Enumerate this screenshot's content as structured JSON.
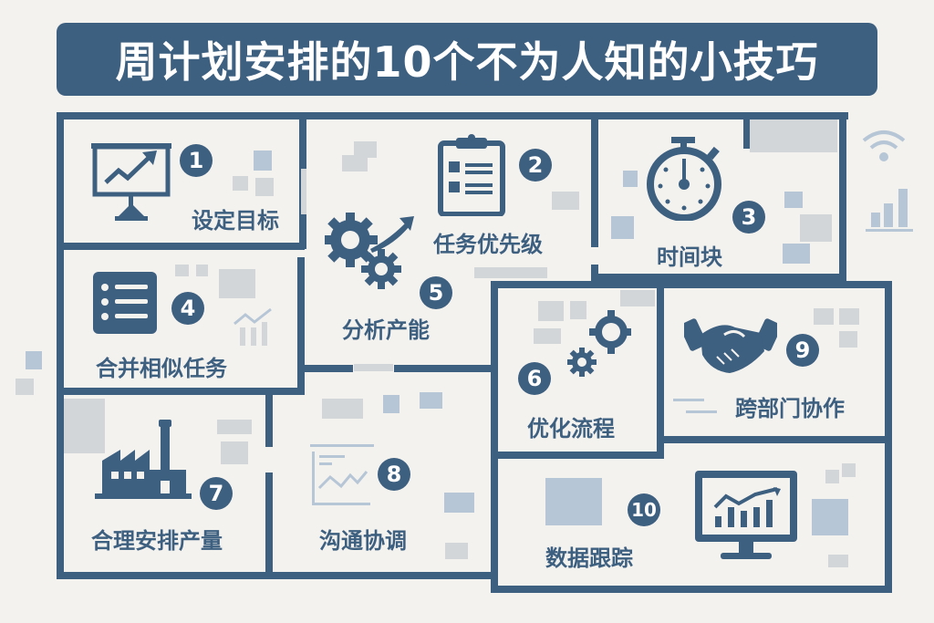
{
  "title": "周计划安排的10个不为人知的小技巧",
  "colors": {
    "primary": "#3d5f80",
    "background": "#f4f2ee",
    "decor_gray": "#d3d6d9",
    "decor_blue": "#b6c6d6"
  },
  "tips": [
    {
      "number": "1",
      "label": "设定目标",
      "icon": "presentation-chart-icon"
    },
    {
      "number": "2",
      "label": "任务优先级",
      "icon": "clipboard-checklist-icon"
    },
    {
      "number": "3",
      "label": "时间块",
      "icon": "stopwatch-icon"
    },
    {
      "number": "4",
      "label": "合并相似任务",
      "icon": "list-icon"
    },
    {
      "number": "5",
      "label": "分析产能",
      "icon": "gears-arrow-icon"
    },
    {
      "number": "6",
      "label": "优化流程",
      "icon": "gears-icon"
    },
    {
      "number": "7",
      "label": "合理安排产量",
      "icon": "factory-icon"
    },
    {
      "number": "8",
      "label": "沟通协调",
      "icon": "line-chart-icon"
    },
    {
      "number": "9",
      "label": "跨部门协作",
      "icon": "handshake-icon"
    },
    {
      "number": "10",
      "label": "数据跟踪",
      "icon": "monitor-chart-icon"
    }
  ],
  "decorations": [
    "wifi-icon",
    "bar-chart-icon"
  ]
}
